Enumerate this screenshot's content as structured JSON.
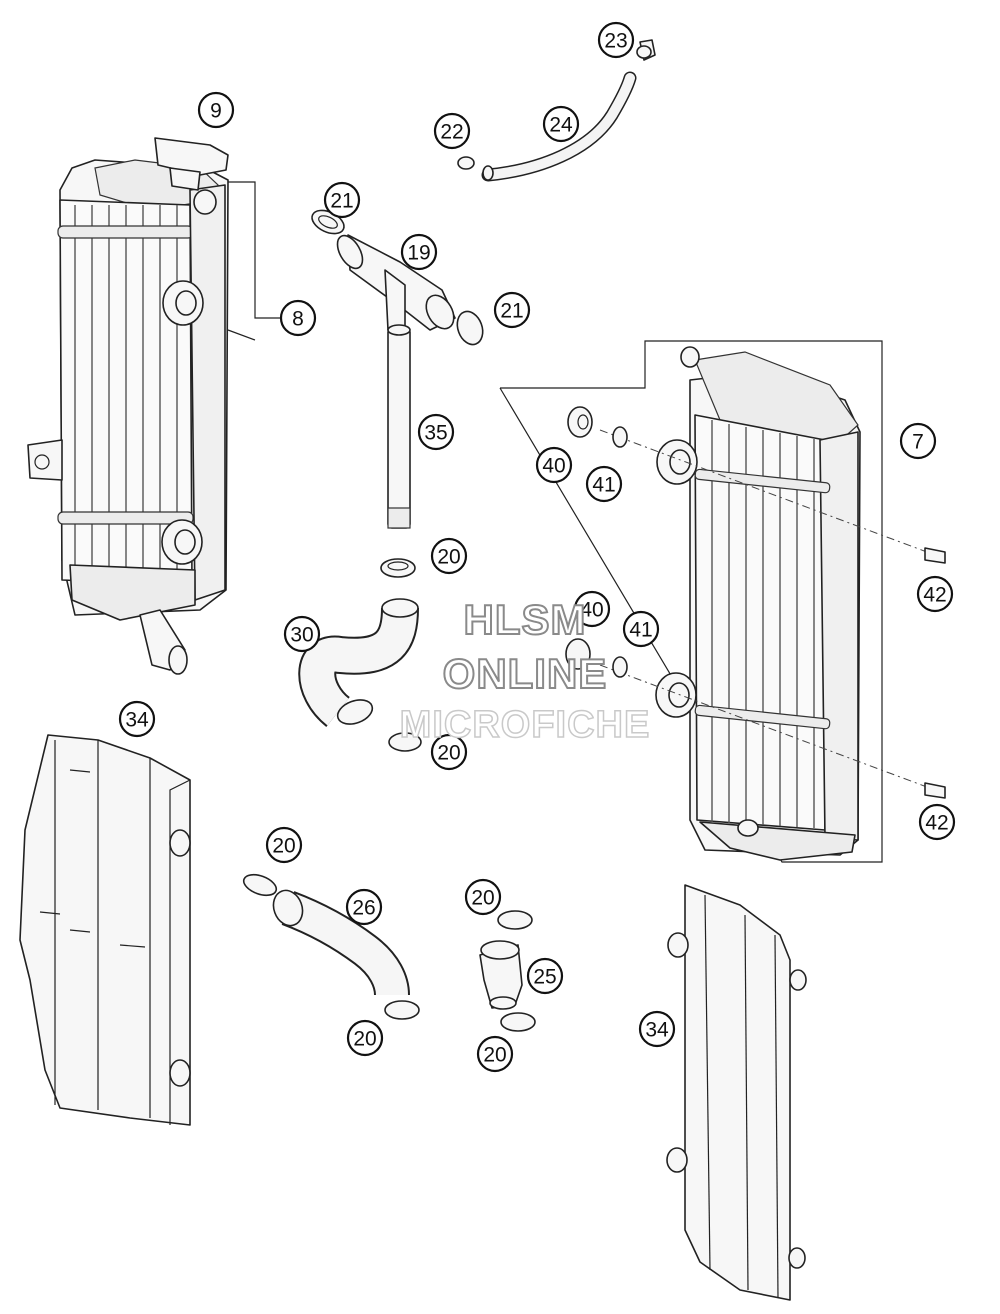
{
  "watermark": {
    "line1": "HLSM",
    "line2": "ONLINE",
    "line3": "MICROFICHE"
  },
  "callouts": [
    {
      "id": "c9",
      "label": "9"
    },
    {
      "id": "c8",
      "label": "8"
    },
    {
      "id": "c23",
      "label": "23"
    },
    {
      "id": "c24",
      "label": "24"
    },
    {
      "id": "c22",
      "label": "22"
    },
    {
      "id": "c21a",
      "label": "21"
    },
    {
      "id": "c19",
      "label": "19"
    },
    {
      "id": "c21b",
      "label": "21"
    },
    {
      "id": "c35",
      "label": "35"
    },
    {
      "id": "c20a",
      "label": "20"
    },
    {
      "id": "c30",
      "label": "30"
    },
    {
      "id": "c20b",
      "label": "20"
    },
    {
      "id": "c7",
      "label": "7"
    },
    {
      "id": "c40a",
      "label": "40"
    },
    {
      "id": "c41a",
      "label": "41"
    },
    {
      "id": "c42a",
      "label": "42"
    },
    {
      "id": "c40b",
      "label": "40"
    },
    {
      "id": "c41b",
      "label": "41"
    },
    {
      "id": "c42b",
      "label": "42"
    },
    {
      "id": "c34a",
      "label": "34"
    },
    {
      "id": "c20c",
      "label": "20"
    },
    {
      "id": "c26",
      "label": "26"
    },
    {
      "id": "c20d",
      "label": "20"
    },
    {
      "id": "c20e",
      "label": "20"
    },
    {
      "id": "c25",
      "label": "25"
    },
    {
      "id": "c20f",
      "label": "20"
    },
    {
      "id": "c34b",
      "label": "34"
    }
  ]
}
